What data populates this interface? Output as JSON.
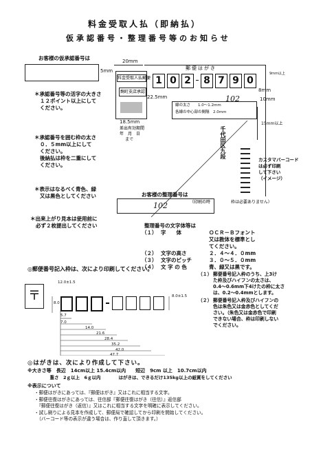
{
  "header": {
    "title_line1": "料金受取人払（即納払）",
    "title_line2": "仮承認番号・整理番号等のお知らせ"
  },
  "left_notes": {
    "provisional_no_label": "お客様の仮承認番号は",
    "provisional_no_value": "",
    "note1": [
      "＊承認番号等の活字の大きさ",
      "１２ポイント以上にして",
      "ください。"
    ],
    "note2": [
      "＊承認番号を囲む枠の太さ",
      "０．５mm以上にして",
      "ください。",
      "後納払は枠を二重にして",
      "ください。"
    ],
    "note3": [
      "＊表示はなるべく青色、緑",
      "又は黒色としてください"
    ],
    "note4": [
      "＊出来上がり見本は使用前に",
      "必ず２枚提出してください"
    ]
  },
  "postcard": {
    "heading": "郵便はがき",
    "zip_digits": [
      "1",
      "0",
      "2",
      "8",
      "7",
      "9",
      "0"
    ],
    "stamp_title": "料金受取人払郵便",
    "stamp_office": "麹町支店承認",
    "stamp_bottom": [
      "差出有効期間",
      "年　月　日",
      "まで"
    ],
    "handwritten_number": "102",
    "address_vertical": "千代田区九段",
    "barcode_caption": [
      "カスタマバーコード",
      "は必ず印刷",
      "して下さい",
      "（イメージ）"
    ],
    "line_note": [
      "線の太さ　　1.0〜1.2mm",
      "各線の中心部の間隔　2.0mm"
    ],
    "dim_20mm": "20mm",
    "dim_5mm": "5mm",
    "dim_22_5mm": "22.5mm",
    "dim_18_5mm": "18.5mm",
    "dim_8mm": "8mm",
    "dim_10mm": "10mm",
    "dim_9mm": "9mm以上",
    "dim_15mm": "15mm以上"
  },
  "ref_no": {
    "label": "お客様の整理番号は",
    "value": "102",
    "caption": "（印刷の時　　　　　枠は必要ありません）"
  },
  "format_spec": {
    "heading": "整理番号の文字体等は",
    "rows": [
      {
        "num": "（１）",
        "key": "字　　体",
        "val": [
          "ＯＣＲ－Ｂフォント",
          "又は教体を標準とし",
          "てください。"
        ]
      },
      {
        "num": "（２）",
        "key": "文字の高さ",
        "val": [
          "２．４〜４．０mm"
        ]
      },
      {
        "num": "（３）",
        "key": "文字のピッチ",
        "val": [
          "３．０〜５．０mm"
        ]
      },
      {
        "num": "（４）",
        "key": "文 字 の 色",
        "val": [
          "青、緑又は黒です。"
        ]
      }
    ]
  },
  "postal_section": {
    "heading": "◎郵便番号記入枠は、次により印刷してください。",
    "dims": [
      "12.0±1.5",
      "8.0",
      "8.0±1.5",
      "5.7",
      "7.0",
      "14.0",
      "21.6",
      "28.4",
      "35.2",
      "42.0",
      "47.7"
    ],
    "note1": [
      "郵便番号記入枠のうち、上3け",
      "た枠及びハイフンの太さは、",
      "0.4〜0.6mm下4けたの枠に太さ",
      "は、0.2〜0.4mmとします。"
    ],
    "note2": [
      "郵便番号記入枠及びハイフンの",
      "色は朱色又は金赤色としてくだ",
      "さい。（朱色又は金赤色で印刷",
      "できない場合、枠は印刷しない",
      "でください。"
    ],
    "note1_num": "（１）",
    "note2_num": "（２）",
    "postmark": "〒"
  },
  "bottom": {
    "heading": "◎はがきは、次により作成して下さい。",
    "size_line1": "※大きさ等　長辺　14cm以上 15.4cm以内　　短辺　9cm 以上　10.7cm以内",
    "size_line2": "　　　　　重さ　2ｇ以上　6ｇ以内　　　　はがきは、できるだけ135kg以上の紙質をしてください",
    "display_heading": "※表示について",
    "display_lines": [
      "・郵便はがきにあっては、『郵便はがき』又はこれに相当する文字。",
      "・郵便往復はがきにあっては、往信部『郵便往復はがき（往信）』返信部",
      "　『郵便往復はがき（返信）』又はこれに相当する文字を明確に表示してください。",
      "・試し刷りによる見本を作成して、郵便局で確認してから印刷を開始してください。",
      "　（バーコード等の表示が違う場合は、作り直して頂きます。）"
    ]
  }
}
